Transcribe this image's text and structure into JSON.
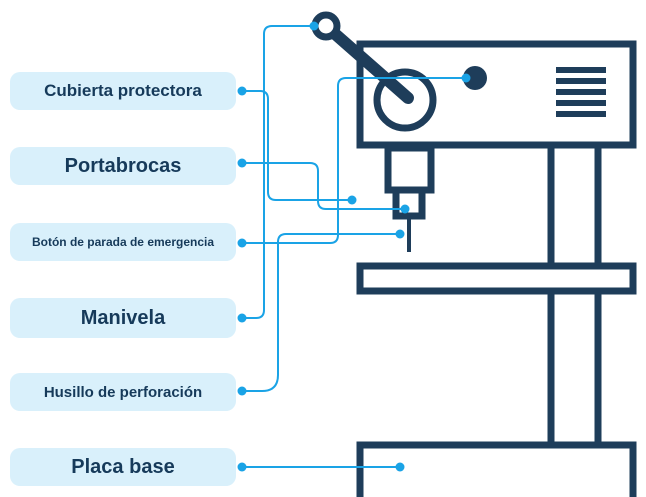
{
  "colors": {
    "machine": "#1e3d5a",
    "leader": "#1aa3e6",
    "label_bg": "#d9f0fb",
    "label_text": "#163a5a"
  },
  "labels": {
    "cubierta": "Cubierta protectora",
    "portabrocas": "Portabrocas",
    "boton": "Botón de parada de emergencia",
    "manivela": "Manivela",
    "husillo": "Husillo de perforación",
    "placa": "Placa base"
  }
}
